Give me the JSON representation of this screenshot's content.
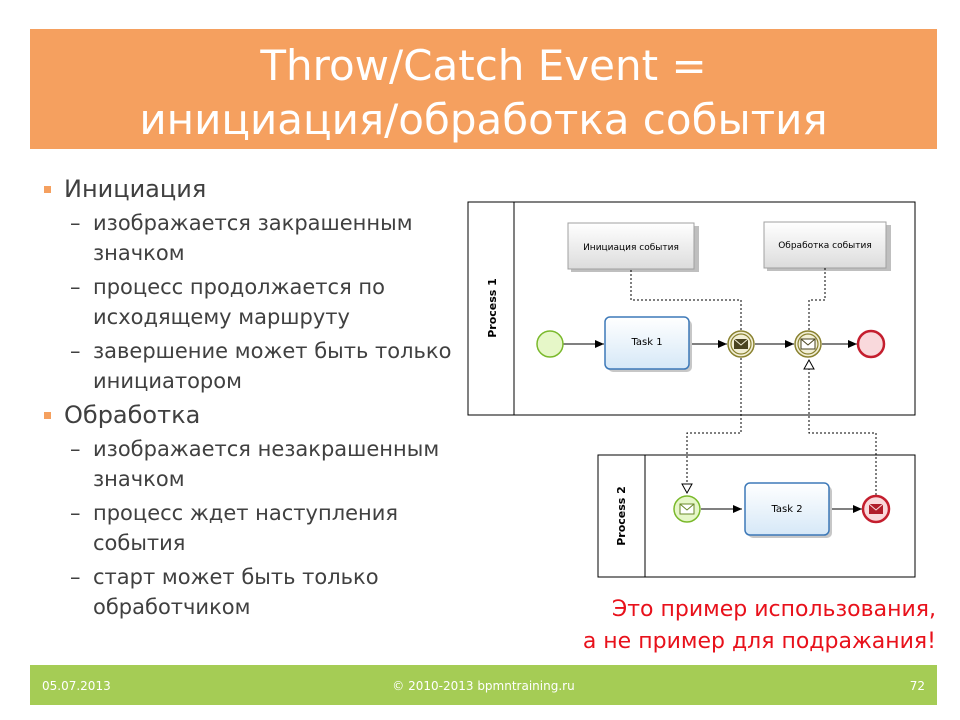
{
  "title": {
    "line1": "Throw/Catch Event =",
    "line2": "инициация/обработка события"
  },
  "bullets": {
    "group1": {
      "heading": "Инициация",
      "items": [
        "изображается закрашенным значком",
        "процесс продолжается по исходящему маршруту",
        "завершение может быть только инициатором"
      ]
    },
    "group2": {
      "heading": "Обработка",
      "items": [
        "изображается незакрашенным значком",
        "процесс ждет наступления события",
        "старт может быть только обработчиком"
      ]
    }
  },
  "diagram": {
    "pool1_label": "Process 1",
    "pool2_label": "Process 2",
    "annotation_throw": "Инициация события",
    "annotation_catch": "Обработка события",
    "task1_label": "Task 1",
    "task2_label": "Task 2"
  },
  "note": {
    "line1": "Это пример использования,",
    "line2": "а не пример для подражания!"
  },
  "footer": {
    "date": "05.07.2013",
    "copyright": "© 2010-2013 bpmntraining.ru",
    "page": "72"
  },
  "colors": {
    "title_band": "#f5a05f",
    "footer_band": "#a5cc55",
    "note_text": "#e8111b"
  }
}
